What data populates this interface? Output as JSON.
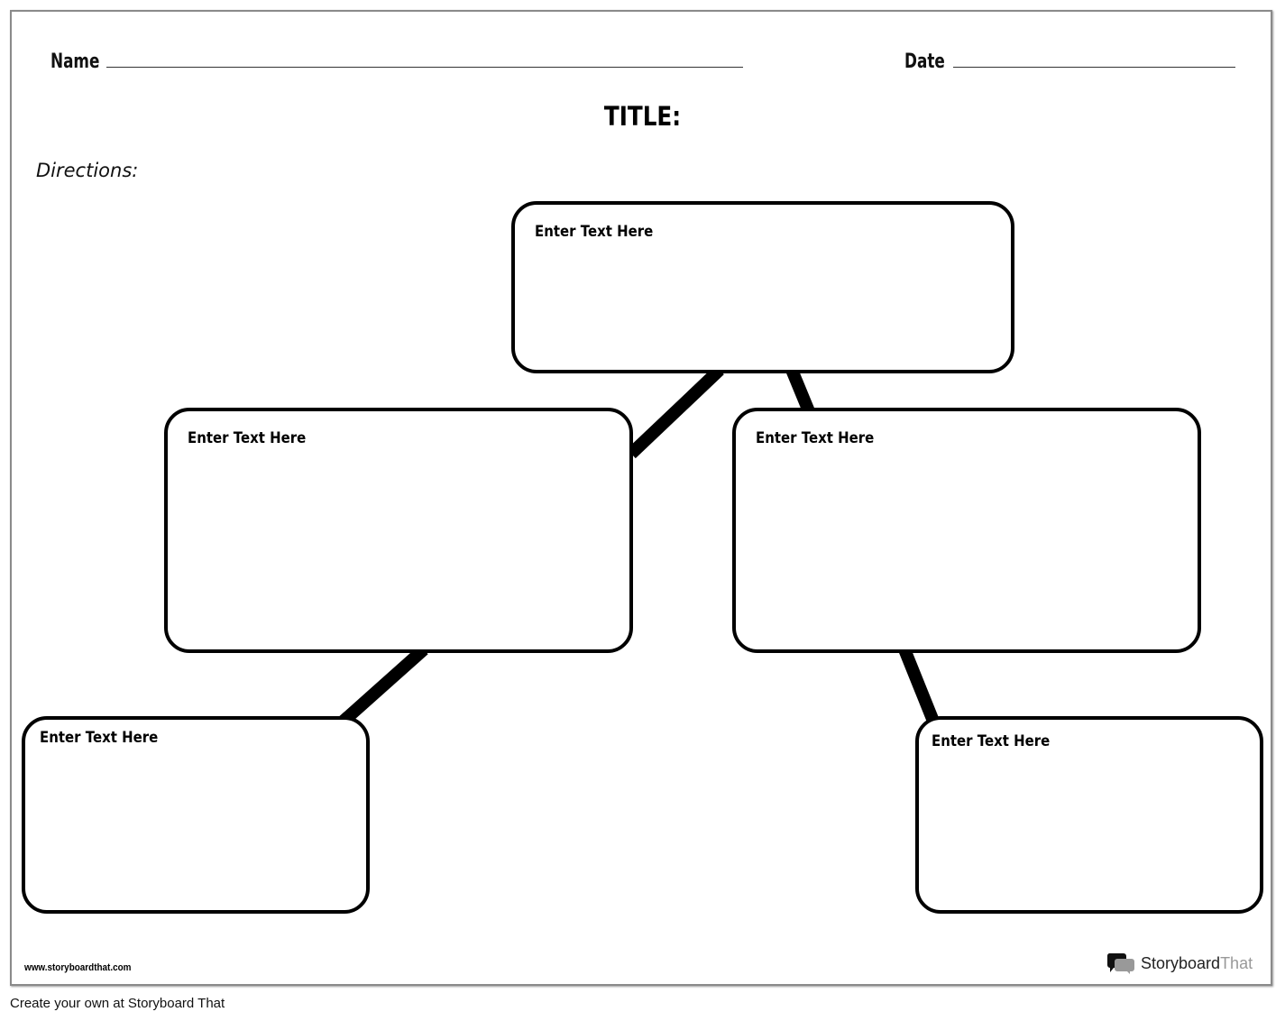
{
  "header": {
    "name_label": "Name",
    "date_label": "Date",
    "title": "TITLE:",
    "directions": "Directions:"
  },
  "boxes": [
    {
      "id": "top",
      "text": "Enter Text Here"
    },
    {
      "id": "middle-left",
      "text": "Enter Text Here"
    },
    {
      "id": "middle-right",
      "text": "Enter Text Here"
    },
    {
      "id": "bottom-left",
      "text": "Enter Text Here"
    },
    {
      "id": "bottom-right",
      "text": "Enter Text Here"
    }
  ],
  "footer": {
    "url": "www.storyboardthat.com",
    "brand_a": "Storyboard",
    "brand_b": "That",
    "create": "Create your own at Storyboard That",
    "logo_icon": "speech-bubbles-icon"
  }
}
